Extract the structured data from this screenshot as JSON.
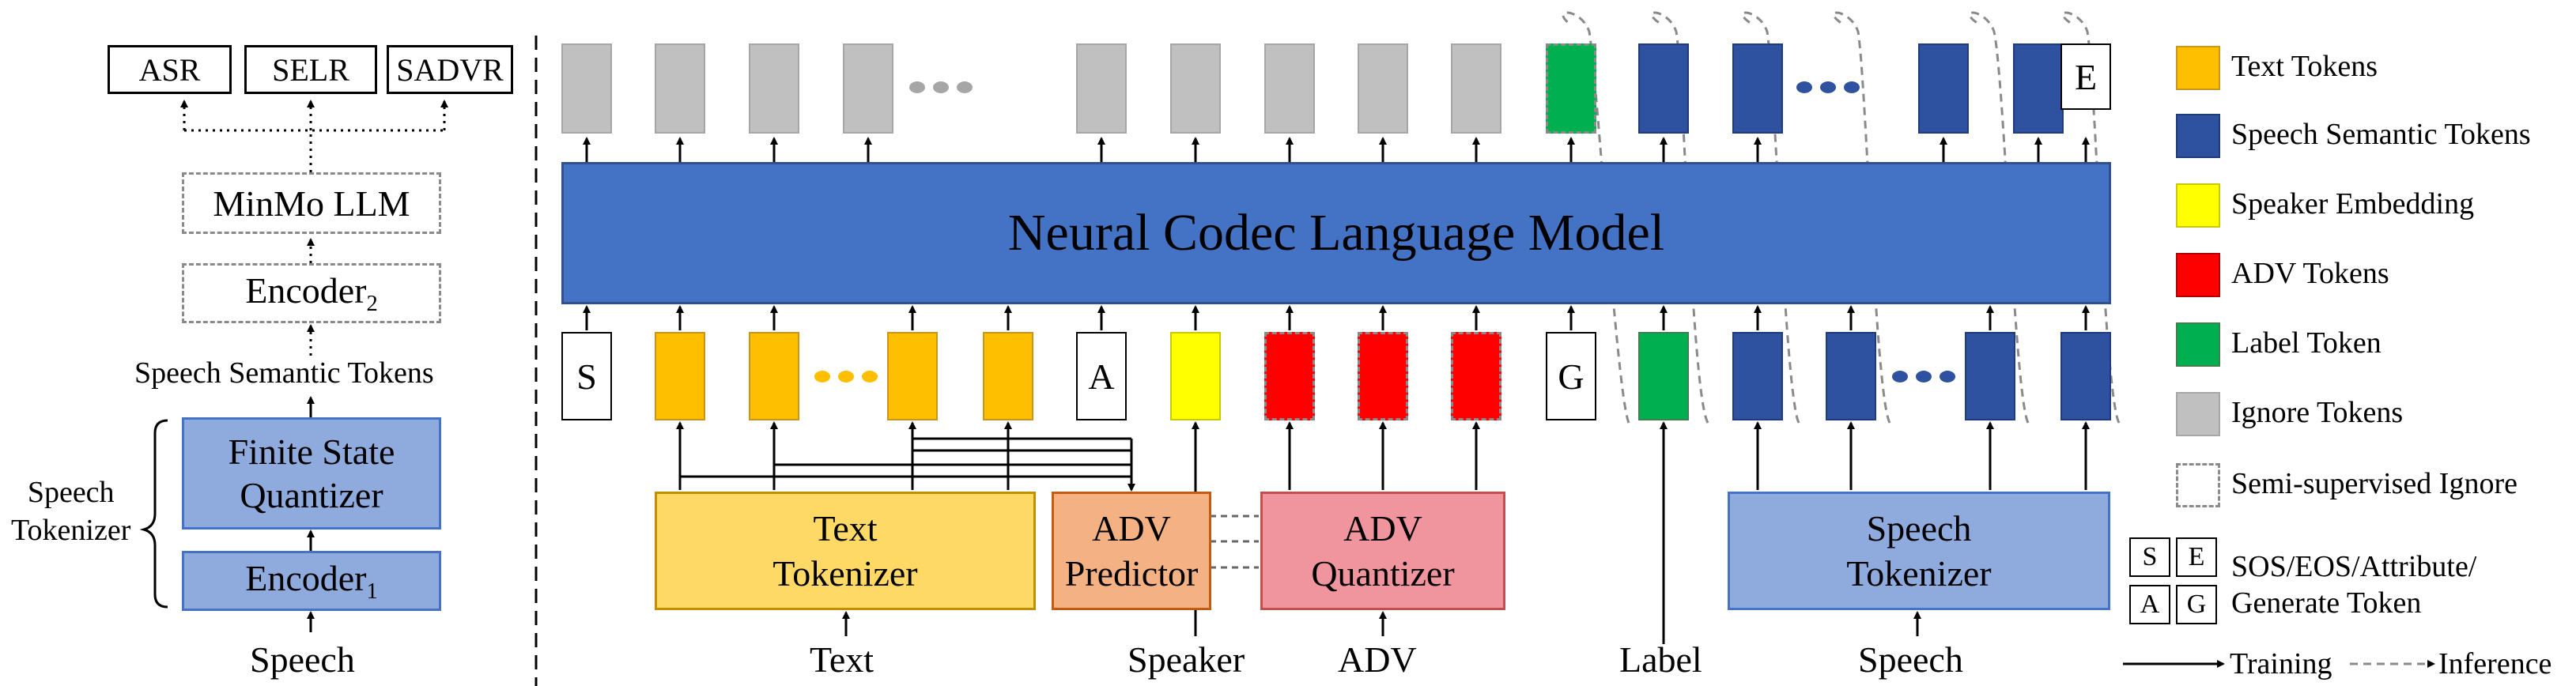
{
  "left": {
    "outputs": [
      "ASR",
      "SELR",
      "SADVR"
    ],
    "llm_label": "MinMo LLM",
    "encoder2_label": "Encoder",
    "encoder2_sub": "2",
    "semantic_tokens_label": "Speech Semantic Tokens",
    "fsq_label_line1": "Finite State",
    "fsq_label_line2": "Quantizer",
    "encoder1_label": "Encoder",
    "encoder1_sub": "1",
    "tokenizer_brace_line1": "Speech",
    "tokenizer_brace_line2": "Tokenizer",
    "input_label": "Speech"
  },
  "main": {
    "model_label": "Neural Codec Language Model",
    "input_tokens": {
      "s": "S",
      "a": "A",
      "g": "G"
    },
    "output_tokens": {
      "e": "E"
    },
    "text_tokenizer_line1": "Text",
    "text_tokenizer_line2": "Tokenizer",
    "adv_predictor_line1": "ADV",
    "adv_predictor_line2": "Predictor",
    "adv_quantizer_line1": "ADV",
    "adv_quantizer_line2": "Quantizer",
    "speech_tokenizer_line1": "Speech",
    "speech_tokenizer_line2": "Tokenizer",
    "bottom_inputs": {
      "text": "Text",
      "speaker": "Speaker",
      "adv": "ADV",
      "label": "Label",
      "speech": "Speech"
    }
  },
  "legend": {
    "items": [
      {
        "label": "Text Tokens",
        "color": "#fdbf00"
      },
      {
        "label": "Speech Semantic Tokens",
        "color": "#2f52a0"
      },
      {
        "label": "Speaker Embedding",
        "color": "#ffff00"
      },
      {
        "label": "ADV Tokens",
        "color": "#ff0000"
      },
      {
        "label": "Label Token",
        "color": "#00b050"
      },
      {
        "label": "Ignore Tokens",
        "color": "#c0c0c0"
      },
      {
        "label": "Semi-supervised Ignore",
        "color": "#ffffff"
      }
    ],
    "special_boxes": [
      "S",
      "E",
      "A",
      "G"
    ],
    "special_line1": "SOS/EOS/Attribute/",
    "special_line2": "Generate Token",
    "training_label": "Training",
    "inference_label": "Inference"
  }
}
